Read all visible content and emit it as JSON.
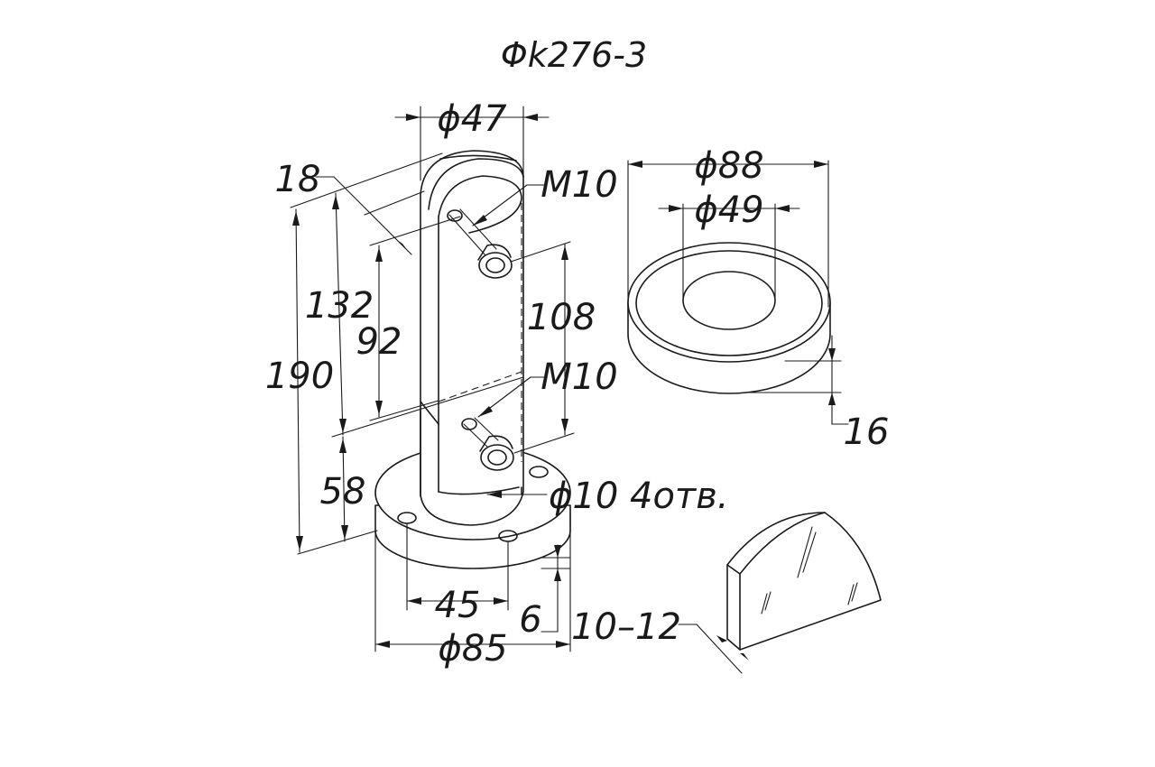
{
  "title": "Φk276-3",
  "post": {
    "diameter": "ϕ47",
    "slot_depth": "18",
    "upper_thread": "M10",
    "lower_thread": "M10",
    "height_132": "132",
    "height_92": "92",
    "height_108": "108",
    "height_190": "190",
    "base_58": "58"
  },
  "base": {
    "holes": "ϕ10  4отв.",
    "hole_spacing": "45",
    "thickness": "6",
    "diameter": "ϕ85"
  },
  "cover": {
    "outer_diameter": "ϕ88",
    "inner_diameter": "ϕ49",
    "height": "16"
  },
  "glass": {
    "thickness": "10–12"
  }
}
